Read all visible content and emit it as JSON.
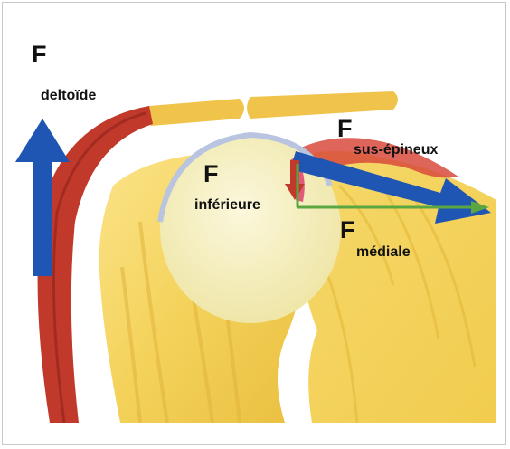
{
  "labels": {
    "force_symbol": "F",
    "deltoide": "deltoïde",
    "sus_epineux": "sus-épineux",
    "inferieure": "inférieure",
    "mediale": "médiale"
  },
  "colors": {
    "bone": "#f4d25a",
    "bone_light": "#fbe89e",
    "muscle": "#c0392b",
    "acromion": "#f0c44a",
    "head": "#f7f2c2",
    "arrow_blue": "#1f56b4",
    "arrow_green": "#5aa640",
    "cartilage": "#b8c4e0"
  }
}
